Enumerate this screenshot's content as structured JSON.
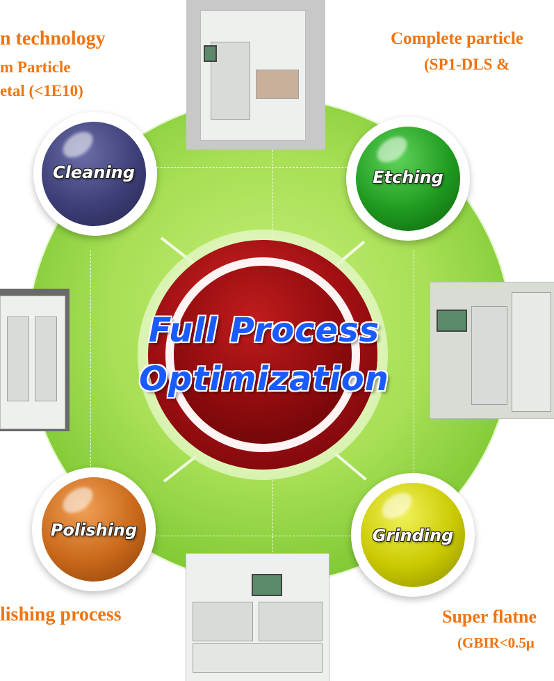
{
  "center": {
    "line1": "Full Process",
    "line2": "Optimization"
  },
  "nodes": [
    {
      "label": "Cleaning",
      "color": "#3d3f78"
    },
    {
      "label": "Etching",
      "color": "#1f9a1f"
    },
    {
      "label": "Polishing",
      "color": "#c9681a"
    },
    {
      "label": "Grinding",
      "color": "#c9c900"
    }
  ],
  "captions": {
    "top_left": [
      "n technology",
      "m Particle",
      "etal (<1E10)"
    ],
    "top_right": [
      "Complete particle",
      "(SP1-DLS &"
    ],
    "bottom_left": [
      "lishing process"
    ],
    "bottom_right": [
      "Super flatne",
      "(GBIR<0.5μ"
    ]
  },
  "colors": {
    "caption": "#f07410",
    "ring": "#8fd43f",
    "center_text": "#1a5bff"
  }
}
